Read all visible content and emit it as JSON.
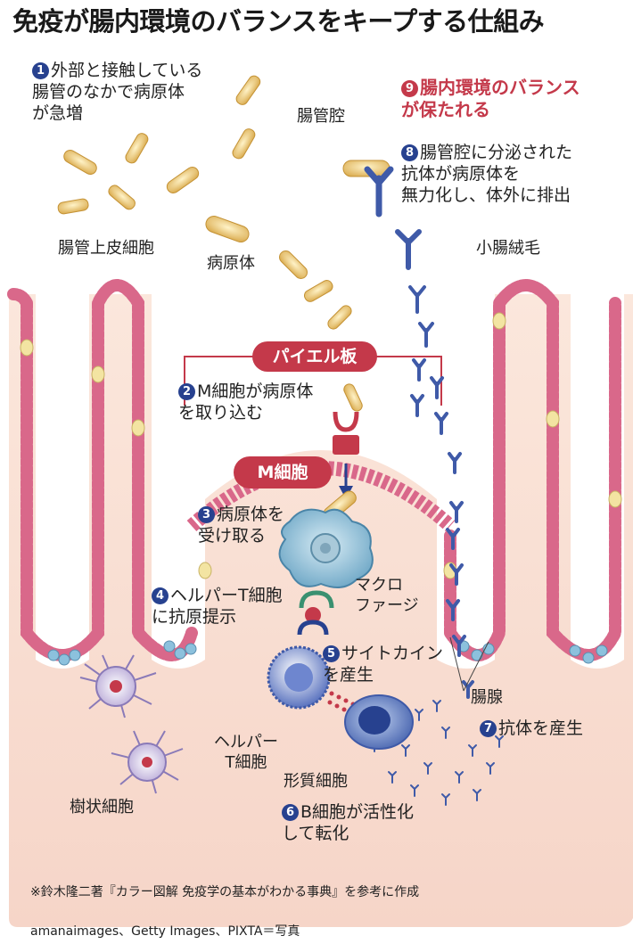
{
  "title": "免疫が腸内環境のバランスをキープする仕組み",
  "steps": [
    {
      "num": "1",
      "text": "外部と接触している\n腸管のなかで病原体\nが急増"
    },
    {
      "num": "2",
      "text": "M細胞が病原体\nを取り込む"
    },
    {
      "num": "3",
      "text": "病原体を\n受け取る"
    },
    {
      "num": "4",
      "text": "ヘルパーT細胞\nに抗原提示"
    },
    {
      "num": "5",
      "text": "サイトカイン\nを産生"
    },
    {
      "num": "6",
      "text": "B細胞が活性化\nして転化"
    },
    {
      "num": "7",
      "text": "抗体を産生"
    },
    {
      "num": "8",
      "text": "腸管腔に分泌された\n抗体が病原体を\n無力化し、体外に排出"
    },
    {
      "num": "9",
      "text": "腸内環境のバランス\nが保たれる"
    }
  ],
  "labels": {
    "lumen": "腸管腔",
    "epithelial": "腸管上皮細胞",
    "pathogen": "病原体",
    "villi": "小腸絨毛",
    "peyer": "パイエル板",
    "mcell": "M細胞",
    "macrophage": "マクロ\nファージ",
    "crypt": "腸腺",
    "helper_t": "ヘルパー\nT細胞",
    "plasma": "形質細胞",
    "dendritic": "樹状細胞"
  },
  "footer": {
    "source": "※鈴木隆二著『カラー図解 免疫学の基本がわかる事典』を参考に作成",
    "credit": "amanaimages、Getty Images、PIXTA＝写真"
  },
  "colors": {
    "accent_red": "#c4394a",
    "step_blue": "#27418f",
    "tissue": "#f7dfd4",
    "cell_pink": "#d9688a",
    "antibody": "#3f5aa8",
    "bacteria": "#e9c26d"
  },
  "icons": {
    "pathogen": "rod-bacterium-icon",
    "antibody": "y-antibody-icon",
    "macrophage": "macrophage-cell-icon",
    "dendritic": "dendritic-cell-icon"
  }
}
